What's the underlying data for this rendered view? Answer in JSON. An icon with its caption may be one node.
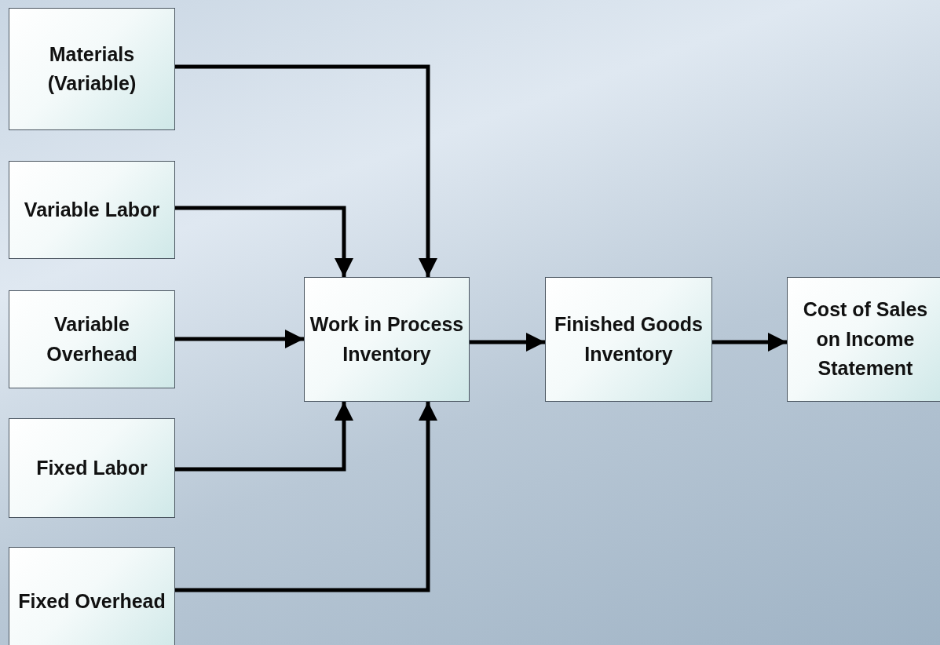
{
  "diagram": {
    "nodes": [
      {
        "text": [
          "Materials (Variable)"
        ]
      },
      {
        "text": [
          "Variable Labor"
        ]
      },
      {
        "text": [
          "Variable Overhead"
        ]
      },
      {
        "text": [
          "Fixed Labor"
        ]
      },
      {
        "text": [
          "Fixed Overhead"
        ]
      },
      {
        "text": [
          "Work in Process Inventory"
        ]
      },
      {
        "text": [
          "Finished Goods Inventory"
        ]
      },
      {
        "text": [
          "Cost of Sales on Income Statement"
        ]
      }
    ],
    "edges": [
      {
        "from": 0,
        "to": 5,
        "arrow": "to"
      },
      {
        "from": 1,
        "to": 5,
        "arrow": "to"
      },
      {
        "from": 2,
        "to": 5,
        "arrow": "to"
      },
      {
        "from": 3,
        "to": 5,
        "arrow": "to"
      },
      {
        "from": 4,
        "to": 5,
        "arrow": "to"
      },
      {
        "from": 5,
        "to": 6,
        "arrow": "to"
      },
      {
        "from": 6,
        "to": 7,
        "arrow": "to"
      }
    ]
  }
}
